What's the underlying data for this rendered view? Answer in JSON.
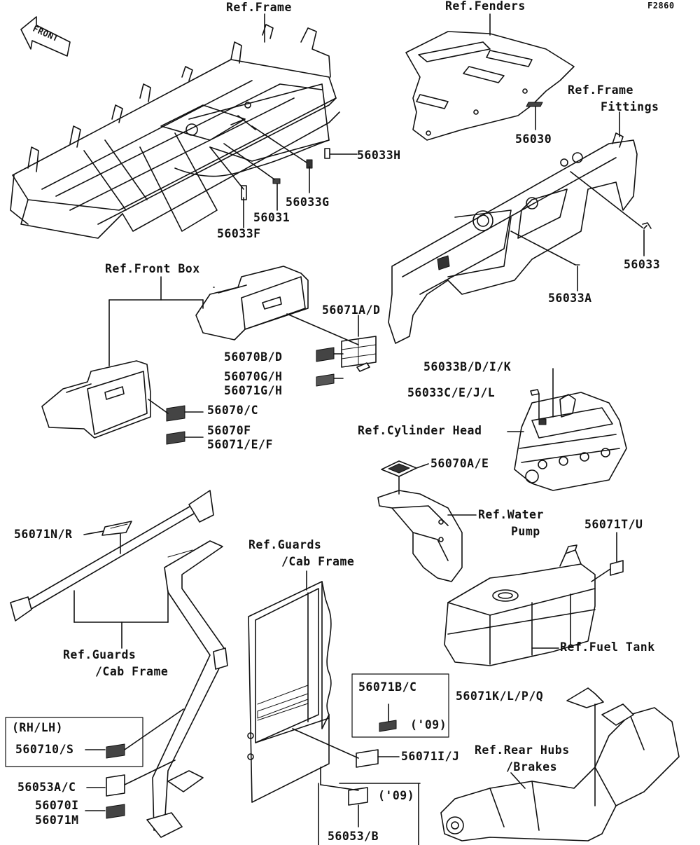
{
  "diagram_code": "F2860",
  "front_arrow_label": "FRONT",
  "labels": {
    "ref_frame": "Ref.Frame",
    "ref_fenders": "Ref.Fenders",
    "ref_frame_fittings_1": "Ref.Frame",
    "ref_frame_fittings_2": "Fittings",
    "p56030": "56030",
    "p56033H": "56033H",
    "p56033G": "56033G",
    "p56031": "56031",
    "p56033F": "56033F",
    "p56033": "56033",
    "p56033A": "56033A",
    "ref_front_box": "Ref.Front Box",
    "p56071AD": "56071A/D",
    "p56070BD": "56070B/D",
    "p56070GH": "56070G/H",
    "p56071GH": "56071G/H",
    "p56070C": "56070/C",
    "p56070F": "56070F",
    "p56071EF": "56071/E/F",
    "p56033BDIK": "56033B/D/I/K",
    "p56033CEJL": "56033C/E/J/L",
    "ref_cylinder_head": "Ref.Cylinder Head",
    "p56070AE": "56070A/E",
    "ref_water_pump_1": "Ref.Water",
    "ref_water_pump_2": "Pump",
    "p56071TU": "56071T/U",
    "p56071NR": "56071N/R",
    "ref_guards_cab_1": "Ref.Guards",
    "ref_guards_cab_2": "/Cab Frame",
    "ref_guards_cab_left_1": "Ref.Guards",
    "ref_guards_cab_left_2": "/Cab Frame",
    "ref_fuel_tank": "Ref.Fuel Tank",
    "p56071BC": "56071B/C",
    "year_09_a": "('09)",
    "p56071KLPQ": "56071K/L/P/Q",
    "rh_lh": "(RH/LH)",
    "p56071OS": "560710/S",
    "ref_rear_hubs_1": "Ref.Rear Hubs",
    "ref_rear_hubs_2": "/Brakes",
    "p56071IJ": "56071I/J",
    "p56053AC": "56053A/C",
    "p56070I": "56070I",
    "p56071M": "56071M",
    "year_09_b": "('09)",
    "p56053B": "56053/B"
  }
}
